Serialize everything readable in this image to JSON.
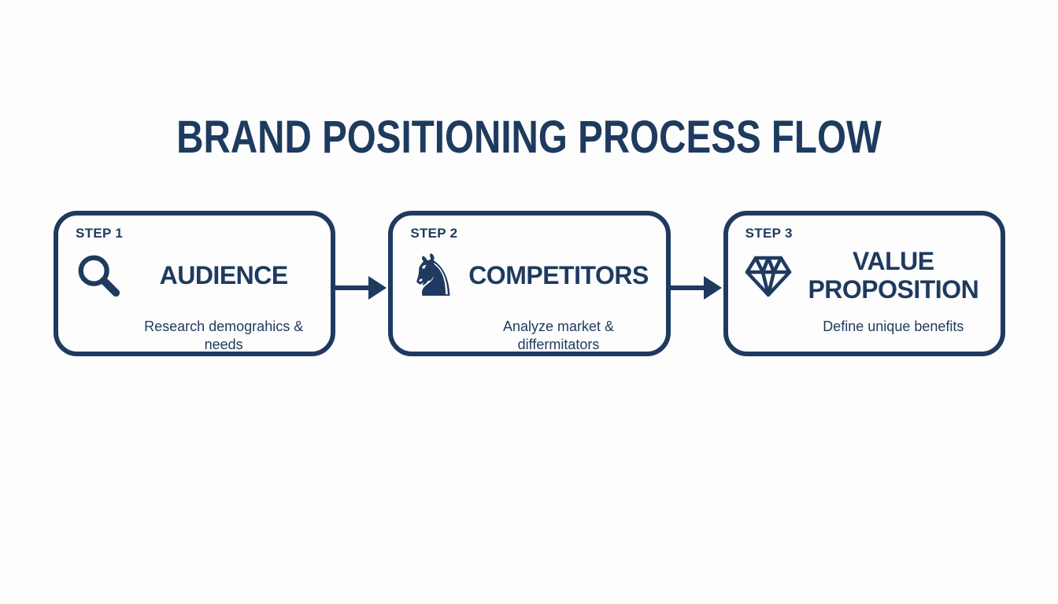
{
  "meta": {
    "background_color": "#fdfdfd",
    "accent_color": "#1e3a5f"
  },
  "title": "BRAND POSITIONING PROCESS FLOW",
  "steps": [
    {
      "label": "STEP 1",
      "icon": "search-icon",
      "heading": "AUDIENCE",
      "description": "Research demograhics & needs"
    },
    {
      "label": "STEP 2",
      "icon": "chess-knight-icon",
      "heading": "COMPETITORS",
      "description": "Analyze market & differmitators"
    },
    {
      "label": "STEP 3",
      "icon": "diamond-icon",
      "heading": "VALUE PROPOSITION",
      "description": "Define unique benefits"
    }
  ],
  "icons": {
    "knight_glyph": "♞"
  },
  "connectors": [
    "arrow-right-icon",
    "arrow-right-icon"
  ]
}
